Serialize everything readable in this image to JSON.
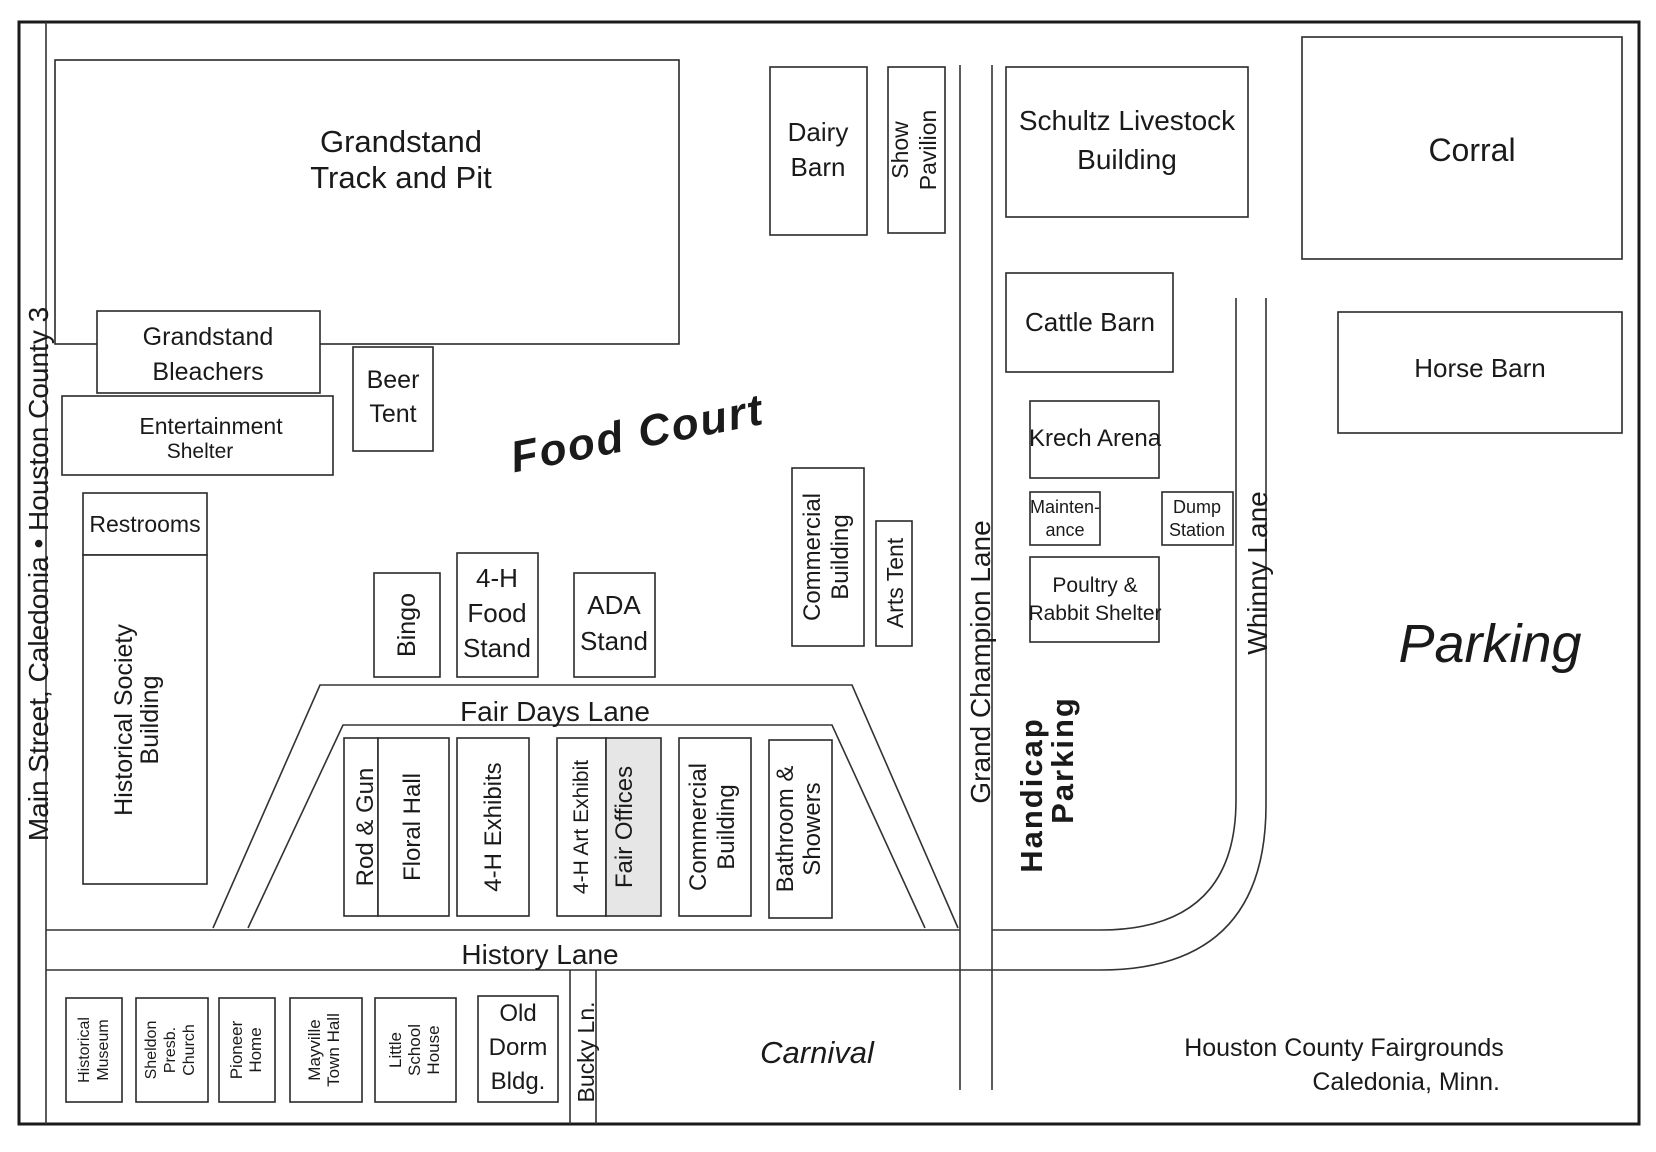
{
  "buildings": {
    "grandstand": [
      "Grandstand",
      "Track and Pit"
    ],
    "grandstand_bleachers": [
      "Grandstand",
      "Bleachers"
    ],
    "beer_tent": [
      "Beer",
      "Tent"
    ],
    "entertainment_shelter": [
      "Entertainment",
      "Shelter"
    ],
    "restrooms": "Restrooms",
    "historical_society": [
      "Historical Society",
      "Building"
    ],
    "bingo": "Bingo",
    "food_stand_4h": [
      "4-H",
      "Food",
      "Stand"
    ],
    "ada_stand": [
      "ADA",
      "Stand"
    ],
    "dairy_barn": [
      "Dairy",
      "Barn"
    ],
    "show_pavilion": [
      "Show",
      "Pavilion"
    ],
    "commercial_building_north": [
      "Commercial",
      "Building"
    ],
    "arts_tent": "Arts Tent",
    "rod_gun": "Rod & Gun",
    "floral_hall": "Floral Hall",
    "exhibits_4h": "4-H Exhibits",
    "art_exhibit_4h": "4-H Art Exhibit",
    "fair_offices": "Fair Offices",
    "commercial_building_south": [
      "Commercial",
      "Building"
    ],
    "bathroom_showers": [
      "Bathroom &",
      "Showers"
    ],
    "schultz_livestock": [
      "Schultz Livestock",
      "Building"
    ],
    "corral": "Corral",
    "cattle_barn": "Cattle Barn",
    "horse_barn": "Horse Barn",
    "krech_arena": "Krech Arena",
    "maintenance": [
      "Mainten-",
      "ance"
    ],
    "dump_station": [
      "Dump",
      "Station"
    ],
    "poultry_rabbit": [
      "Poultry &",
      "Rabbit Shelter"
    ],
    "historical_museum": [
      "Historical",
      "Museum"
    ],
    "sheldon_church": [
      "Sheldon",
      "Presb.",
      "Church"
    ],
    "pioneer_home": [
      "Pioneer",
      "Home"
    ],
    "mayville_town_hall": [
      "Mayville",
      "Town Hall"
    ],
    "little_school_house": [
      "Little",
      "School",
      "House"
    ],
    "old_dorm": [
      "Old",
      "Dorm",
      "Bldg."
    ]
  },
  "roads": {
    "main_street": "Main Street, Caledonia • Houston County 3",
    "fair_days_lane": "Fair Days Lane",
    "history_lane": "History Lane",
    "bucky_ln": "Bucky Ln.",
    "grand_champion_lane": "Grand Champion Lane",
    "whinny_lane": "Whinny Lane"
  },
  "areas": {
    "food_court": "Food Court",
    "handicap_parking": [
      "Handicap",
      "Parking"
    ],
    "parking": "Parking",
    "carnival": "Carnival"
  },
  "caption": {
    "line1": "Houston County Fairgrounds",
    "line2": "Caledonia, Minn."
  }
}
